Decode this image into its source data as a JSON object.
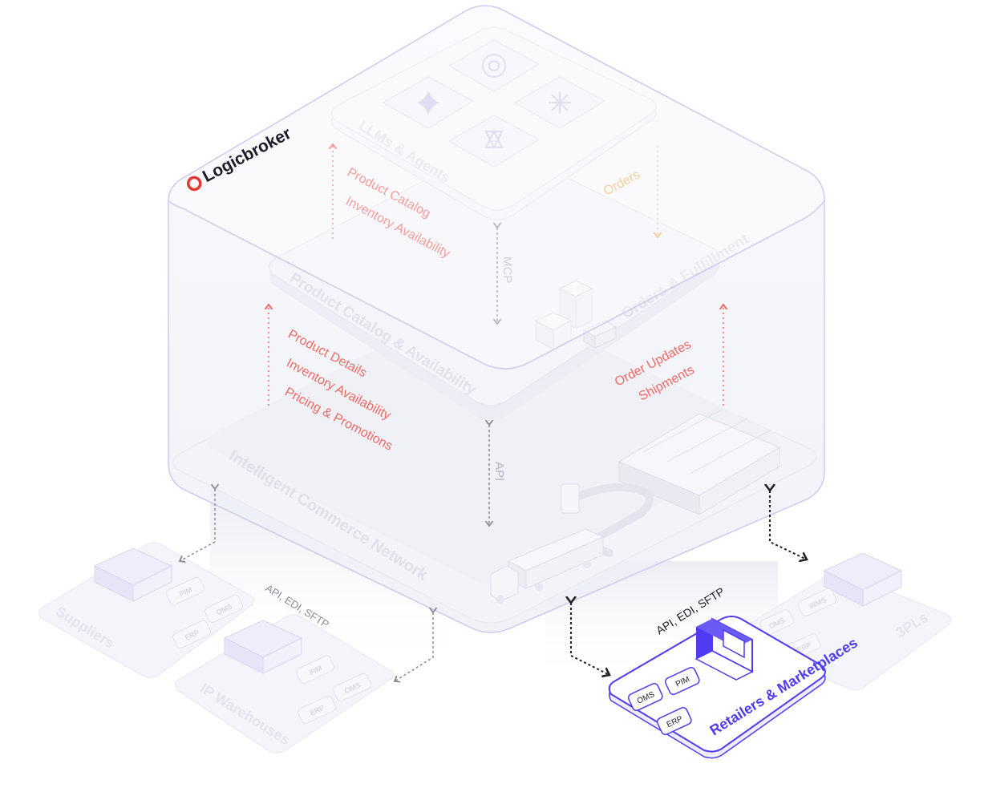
{
  "brand": {
    "name": "Logicbroker",
    "logo_icon": "logicbroker-ring-icon",
    "logo_color": "#e5372e"
  },
  "colors": {
    "accent": "#4f3cf0",
    "red_label": "#ef6a63",
    "orange_label": "#f3b46d",
    "dim_text": "#d9dae8",
    "outline": "#cfc8f3"
  },
  "top_layer": {
    "title": "LLMs & Agents",
    "icons": [
      "openai-icon",
      "sparkle-star-icon",
      "burst-icon",
      "flower-icon"
    ],
    "left_labels": [
      "Product Catalog",
      "Inventory Availability"
    ],
    "right_label": "Orders",
    "connector": "MCP"
  },
  "middle_layer": {
    "left_title": "Product Catalog & Availability",
    "right_title": "Orders & Fulfillment",
    "left_labels": [
      "Product Details",
      "Inventory Availability",
      "Pricing & Promotions"
    ],
    "right_labels": [
      "Order Updates",
      "Shipments"
    ],
    "connector": "API"
  },
  "base_layer": {
    "title": "Intelligent Commerce Network"
  },
  "connections": {
    "left": "API, EDI, SFTP",
    "right": "API, EDI, SFTP"
  },
  "external_nodes": {
    "suppliers": {
      "title": "Suppliers",
      "chips": [
        "PIM",
        "OMS",
        "ERP"
      ]
    },
    "warehouses": {
      "title": "IP Warehouses",
      "chips": [
        "PIM",
        "OMS",
        "ERP"
      ]
    },
    "retailers": {
      "title": "Retailers & Marketplaces",
      "chips": [
        "OMS",
        "PIM",
        "ERP"
      ]
    },
    "threepls": {
      "title": "3PLs",
      "chips": [
        "OMS",
        "WMS",
        "ERP"
      ]
    }
  }
}
